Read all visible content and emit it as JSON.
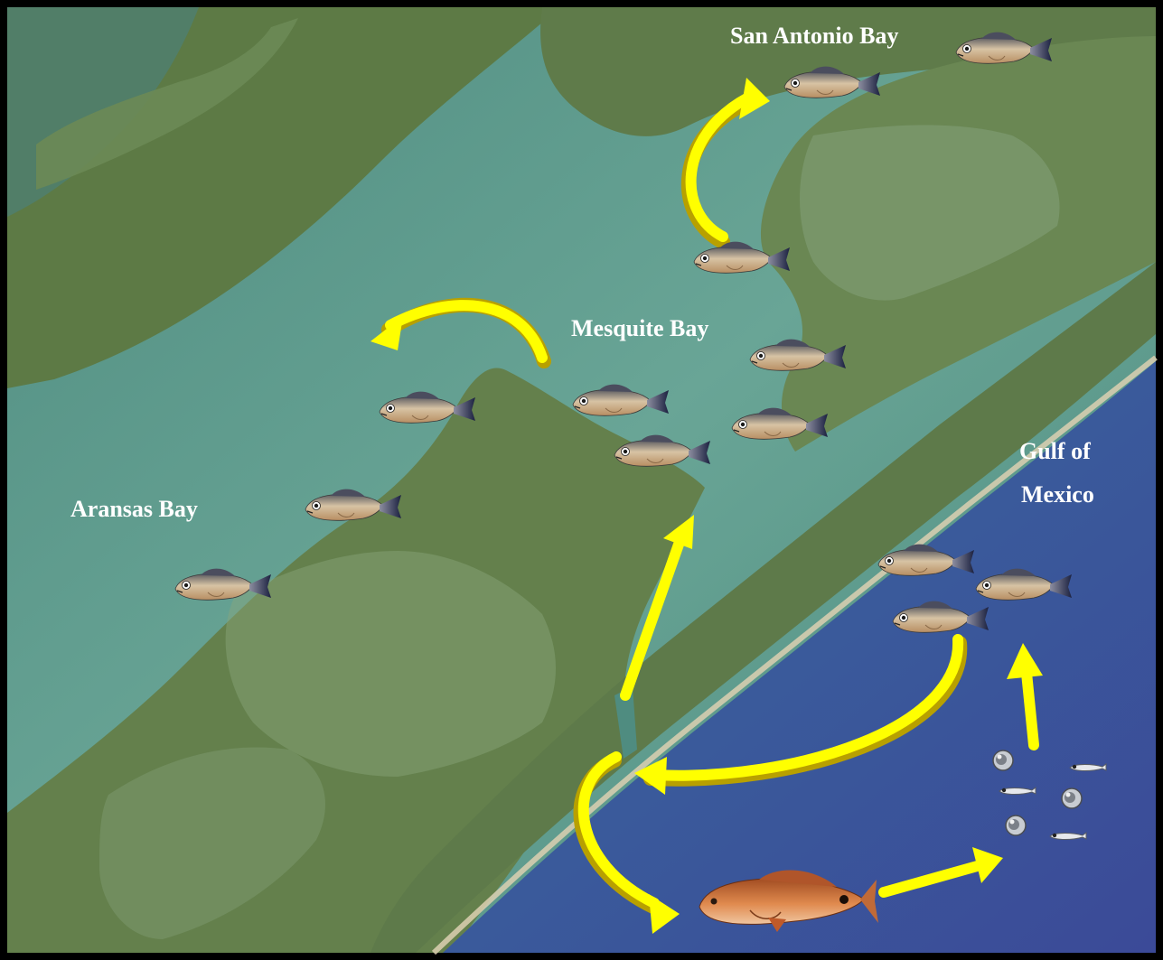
{
  "labels": {
    "san_antonio_bay": "San Antonio Bay",
    "mesquite_bay": "Mesquite Bay",
    "aransas_bay": "Aransas Bay",
    "gulf_line1": "Gulf of",
    "gulf_line2": "Mexico"
  },
  "colors": {
    "frame": "#000000",
    "bay_water": "#5c9c8c",
    "land": "#5f7a48",
    "gulf": "#3a4f9a",
    "beach": "#d9cfb4",
    "arrow": "#ffff00",
    "arrow_shadow": "#b8a000",
    "label": "#ffffff"
  },
  "icons": {
    "juvenile_fish": "juvenile-fish-icon",
    "adult_fish": "red-drum-adult-fish-icon",
    "egg": "egg-icon",
    "larva": "larva-icon",
    "arrow": "migration-arrow-icon"
  }
}
